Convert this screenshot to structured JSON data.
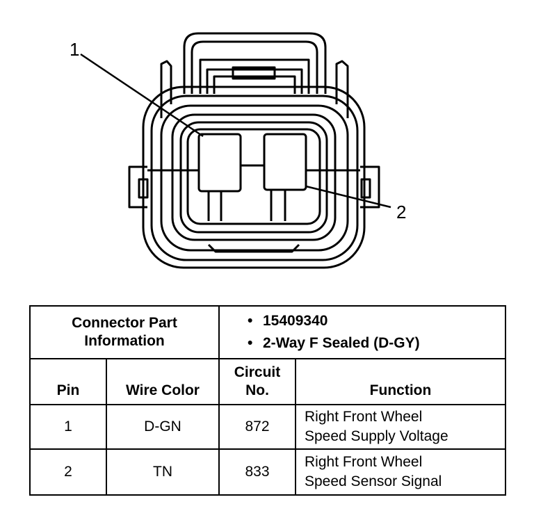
{
  "diagram": {
    "callouts": [
      {
        "label": "1"
      },
      {
        "label": "2"
      }
    ]
  },
  "table": {
    "info_header": [
      "Connector Part",
      "Information"
    ],
    "info_items": [
      "15409340",
      "2-Way F Sealed (D-GY)"
    ],
    "columns": {
      "pin": "Pin",
      "wire_color": "Wire Color",
      "circuit": [
        "Circuit",
        "No."
      ],
      "function": "Function"
    },
    "rows": [
      {
        "pin": "1",
        "wire_color": "D-GN",
        "circuit": "872",
        "function": [
          "Right Front Wheel",
          "Speed Supply Voltage"
        ]
      },
      {
        "pin": "2",
        "wire_color": "TN",
        "circuit": "833",
        "function": [
          "Right Front Wheel",
          "Speed Sensor Signal"
        ]
      }
    ]
  }
}
